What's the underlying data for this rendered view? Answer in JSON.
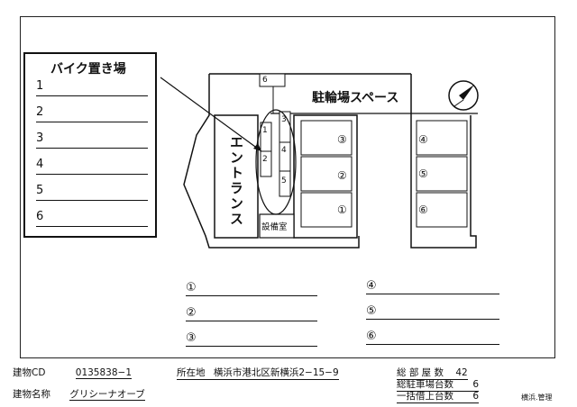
{
  "bike_parking": {
    "title": "バイク置き場",
    "slots": [
      "1",
      "2",
      "3",
      "4",
      "5",
      "6"
    ]
  },
  "plan": {
    "bicycle_space_label": "駐輪場スペース",
    "entrance_label": "エントランス",
    "equipment_room_label": "設備室",
    "bike_slot_numbers": [
      "6",
      "1",
      "2",
      "3",
      "4",
      "5"
    ],
    "car_slots_left": [
      "③",
      "②",
      "①"
    ],
    "car_slots_right": [
      "④",
      "⑤",
      "⑥"
    ]
  },
  "parking_space_lines": {
    "left": [
      "①",
      "②",
      "③"
    ],
    "right": [
      "④",
      "⑤",
      "⑥"
    ]
  },
  "footer": {
    "building_cd_label": "建物CD",
    "building_cd_value": "0135838−1",
    "building_name_label": "建物名称",
    "building_name_value": "グリシーナオーブ",
    "location_label": "所在地",
    "location_value": "横浜市港北区新横浜2−15−9",
    "total_rooms_label": "総 部 屋 数",
    "total_rooms_value": "42",
    "total_bicycles_label": "総駐車場台数",
    "total_bicycles_value": "6",
    "bulk_lease_label": "一括借上台数",
    "bulk_lease_value": "6",
    "stamp": "横浜.管理"
  }
}
